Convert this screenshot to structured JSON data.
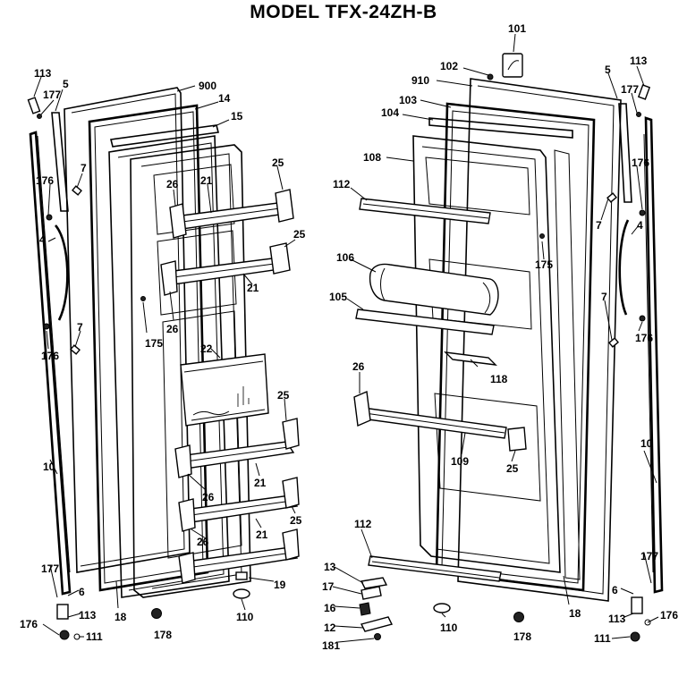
{
  "title": "MODEL TFX-24ZH-B",
  "labels": {
    "l101": "101",
    "l102": "102",
    "l910": "910",
    "l103": "103",
    "l104": "104",
    "l5r": "5",
    "l113r": "113",
    "l177r": "177",
    "l108": "108",
    "l112a": "112",
    "l176r": "176",
    "l7r": "7",
    "l4r": "4",
    "l175r": "175",
    "l106": "106",
    "l105": "105",
    "l7r2": "7",
    "l176r2": "176",
    "l118": "118",
    "l26r": "26",
    "l109": "109",
    "l25r": "25",
    "l10r": "10",
    "l112b": "112",
    "l177r2": "177",
    "l13": "13",
    "l17": "17",
    "l6r": "6",
    "l16": "16",
    "l18r": "18",
    "l113r2": "113",
    "l176r3": "176",
    "l12": "12",
    "l110r": "110",
    "l178r": "178",
    "l181": "181",
    "l111r": "111",
    "l113l": "113",
    "l5l": "5",
    "l177l": "177",
    "l900": "900",
    "l14": "14",
    "l15": "15",
    "l25a": "25",
    "l26a": "26",
    "l21a": "21",
    "l176l": "176",
    "l7l": "7",
    "l4l": "4",
    "l25b": "25",
    "l21b": "21",
    "l26b": "26",
    "l175l": "175",
    "l22": "22",
    "l7l2": "7",
    "l176l2": "176",
    "l25c": "25",
    "l26c": "26",
    "l21c": "21",
    "l10l": "10",
    "l25d": "25",
    "l26d": "26",
    "l21d": "21",
    "l19": "19",
    "l177l2": "177",
    "l6l": "6",
    "l18l": "18",
    "l110l": "110",
    "l178l": "178",
    "l113l2": "113",
    "l176l3": "176",
    "l111l": "111"
  }
}
